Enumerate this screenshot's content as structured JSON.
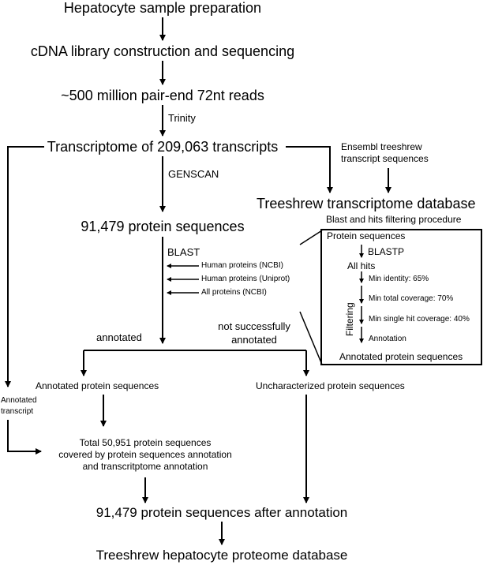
{
  "nodes": {
    "sample_prep": "Hepatocyte sample preparation",
    "cdna": "cDNA library construction and sequencing",
    "reads": "~500 million pair-end 72nt reads",
    "transcriptome": "Transcriptome of 209,063 transcripts",
    "ensembl_line1": "Ensembl treeshrew",
    "ensembl_line2": "transcript sequences",
    "transcriptome_db": "Treeshrew transcriptome database",
    "protein_seqs": "91,479 protein sequences",
    "annotated_protein_seqs": "Annotated protein sequences",
    "uncharacterized": "Uncharacterized protein sequences",
    "total_line1": "Total 50,951 protein sequences",
    "total_line2": "covered by protein sequences annotation",
    "total_line3": "and transcritptome annotation",
    "after_annotation": "91,479 protein sequences after annotation",
    "proteome_db": "Treeshrew hepatocyte proteome database"
  },
  "edge_labels": {
    "trinity": "Trinity",
    "genscan": "GENSCAN",
    "blast": "BLAST",
    "annotated": "annotated",
    "not_annotated_line1": "not successfully",
    "not_annotated_line2": "annotated",
    "annotated_transcript_line1": "Annotated",
    "annotated_transcript_line2": "transcript"
  },
  "databases": [
    "Human proteins (NCBI)",
    "Human proteins (Uniprot)",
    "All proteins (NCBI)"
  ],
  "filter_box": {
    "title": "Blast and hits filtering procedure",
    "input": "Protein sequences",
    "blastp": "BLASTP",
    "all_hits": "All hits",
    "side_label": "Filtering",
    "steps": [
      "Min identity: 65%",
      "Min total coverage: 70%",
      "Min single hit coverage: 40%",
      "Annotation"
    ],
    "output": "Annotated protein sequences"
  }
}
